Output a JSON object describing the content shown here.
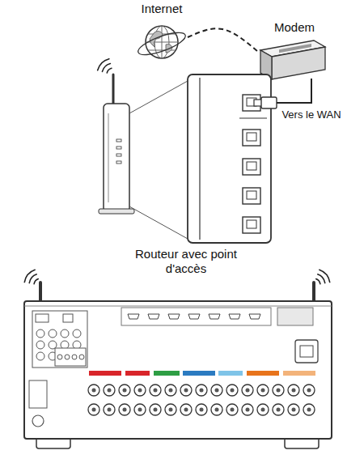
{
  "diagram": {
    "nodes": [
      {
        "text": [
          "Internet"
        ]
      },
      {
        "text": [
          "Modem"
        ]
      },
      {
        "text": [
          "Routeur avec point d'accès"
        ]
      }
    ],
    "edges": [
      {
        "from": 0,
        "to": 1,
        "arrow": "none"
      },
      {
        "from": 1,
        "to": 2,
        "label": "Vers le WAN",
        "arrow": "none"
      }
    ]
  }
}
